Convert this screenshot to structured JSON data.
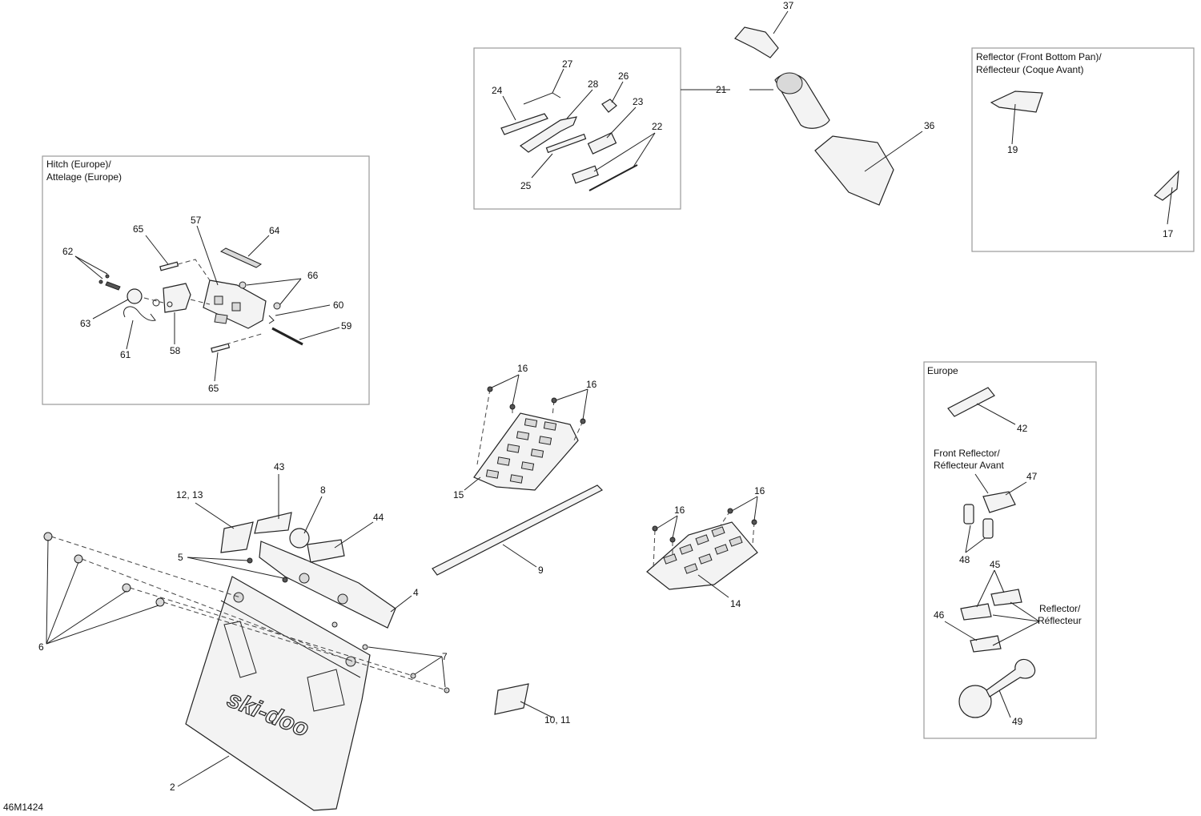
{
  "diagram_id": "46M1424",
  "boxes": {
    "hitch": {
      "title_line1": "Hitch (Europe)/",
      "title_line2": "Attelage (Europe)"
    },
    "tools": {},
    "reflector_front_pan": {
      "title_line1": "Reflector (Front Bottom Pan)/",
      "title_line2": "Réflecteur (Coque Avant)"
    },
    "europe": {
      "title": "Europe"
    }
  },
  "callouts": {
    "c2": "2",
    "c4": "4",
    "c5": "5",
    "c6": "6",
    "c7": "7",
    "c8": "8",
    "c9": "9",
    "c10_11": "10, 11",
    "c12_13": "12, 13",
    "c14": "14",
    "c15": "15",
    "c16a": "16",
    "c16b": "16",
    "c16c": "16",
    "c16d": "16",
    "c17": "17",
    "c19": "19",
    "c21": "21",
    "c22": "22",
    "c23": "23",
    "c24": "24",
    "c25": "25",
    "c26": "26",
    "c27": "27",
    "c28": "28",
    "c36": "36",
    "c37": "37",
    "c42": "42",
    "c43": "43",
    "c44": "44",
    "c45": "45",
    "c46": "46",
    "c47": "47",
    "c48": "48",
    "c49": "49",
    "c57": "57",
    "c58": "58",
    "c59": "59",
    "c60": "60",
    "c61": "61",
    "c62": "62",
    "c63": "63",
    "c64": "64",
    "c65a": "65",
    "c65b": "65",
    "c66": "66"
  },
  "notes": {
    "front_reflector_line1": "Front Reflector/",
    "front_reflector_line2": "Réflecteur Avant",
    "reflector_line1": "Reflector/",
    "reflector_line2": "Réflecteur"
  },
  "brand_text": "ski-doo"
}
